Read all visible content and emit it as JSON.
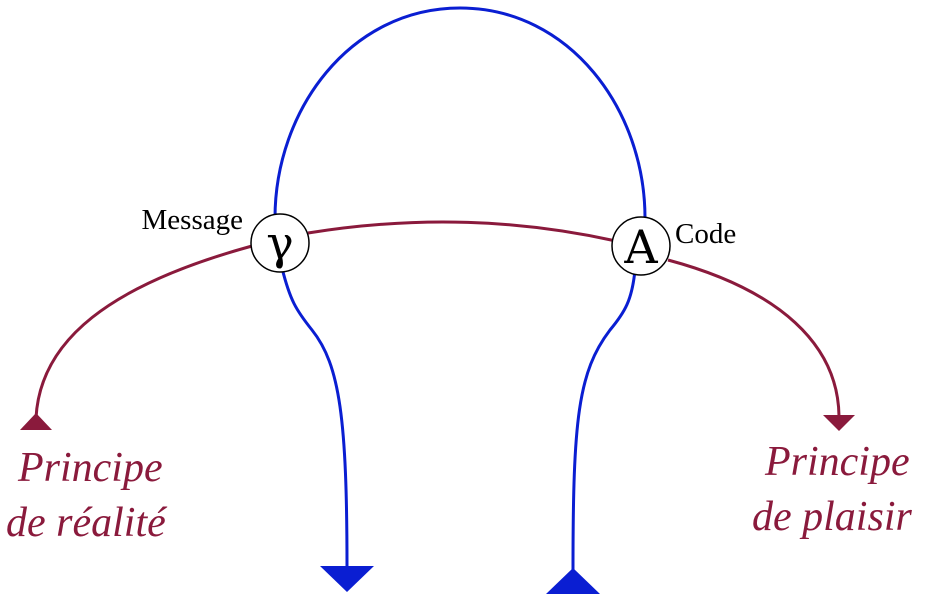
{
  "colors": {
    "blue_path": "#0a1ed2",
    "maroon_path": "#8a1a3c",
    "node_stroke": "#000000",
    "node_fill": "#ffffff",
    "text": "#000000"
  },
  "nodes": {
    "message": {
      "symbol": "γ",
      "label": "Message"
    },
    "code": {
      "symbol": "A",
      "label": "Code"
    }
  },
  "principles": {
    "reality": {
      "line1": "Principe",
      "line2": "de réalité"
    },
    "pleasure": {
      "line1": "Principe",
      "line2": "de plaisir"
    }
  }
}
